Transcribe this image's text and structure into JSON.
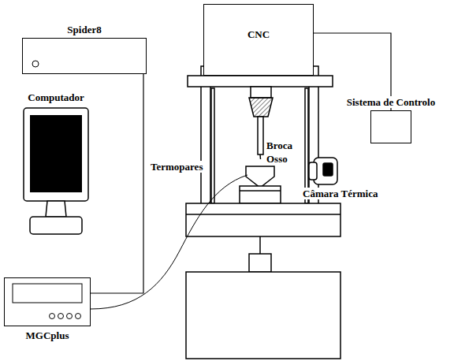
{
  "diagram": {
    "nodes": [
      {
        "text": [
          "Spider8"
        ]
      },
      {
        "text": [
          "CNC"
        ]
      },
      {
        "text": [
          "Sistema de Controlo"
        ]
      },
      {
        "text": [
          "Computador"
        ]
      },
      {
        "text": [
          "MGCplus"
        ]
      }
    ],
    "edges": [
      {
        "from": 0,
        "to": 4,
        "arrow": "none"
      },
      {
        "from": 1,
        "to": 2,
        "arrow": "none"
      }
    ],
    "labels": [
      "Termopares",
      "Broca",
      "Osso",
      "Câmara Térmica"
    ]
  }
}
